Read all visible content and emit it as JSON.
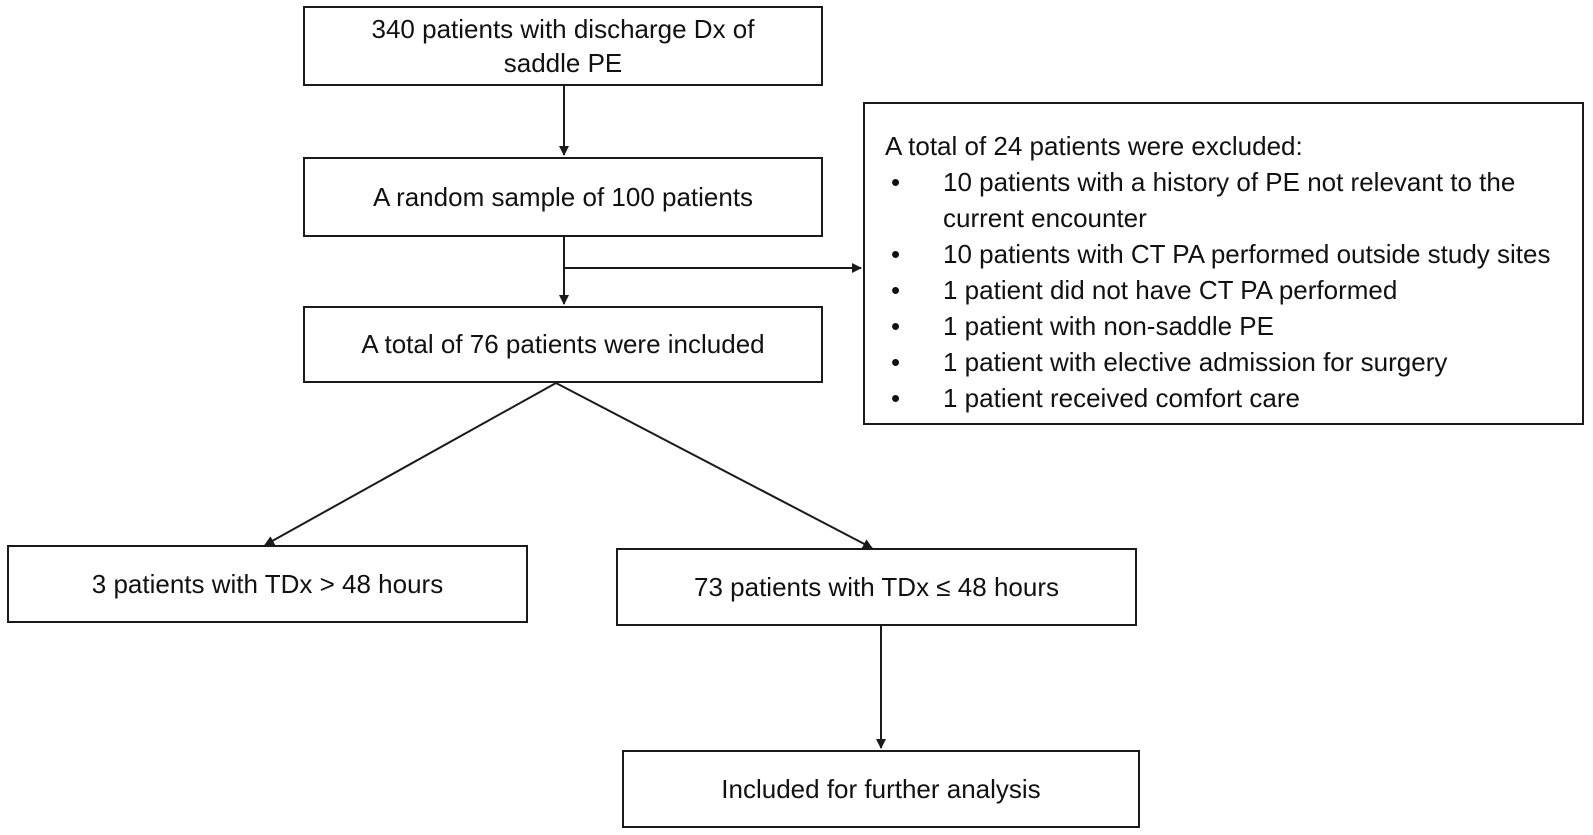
{
  "flow": {
    "start": {
      "lines": [
        "340 patients with discharge Dx of",
        "saddle PE"
      ]
    },
    "sample": {
      "text": "A random sample of 100 patients"
    },
    "included": {
      "text": "A total of 76 patients were included"
    },
    "gt48": {
      "text": "3 patients with TDx > 48 hours"
    },
    "le48": {
      "text": "73 patients with TDx ≤ 48 hours"
    },
    "final": {
      "text": "Included for further analysis"
    }
  },
  "exclusion": {
    "title": "A total of 24 patients were excluded:",
    "bullet": "•",
    "items": [
      {
        "lines": [
          "10 patients with a history of PE not relevant to the",
          "current encounter"
        ]
      },
      {
        "lines": [
          "10 patients with CT PA performed outside study sites"
        ]
      },
      {
        "lines": [
          "1 patient did not have CT PA performed"
        ]
      },
      {
        "lines": [
          "1 patient with non-saddle PE"
        ]
      },
      {
        "lines": [
          "1 patient with elective admission for surgery"
        ]
      },
      {
        "lines": [
          "1 patient received comfort care"
        ]
      }
    ]
  },
  "colors": {
    "line": "#1a1a1a",
    "text": "#111111",
    "background": "#ffffff"
  }
}
